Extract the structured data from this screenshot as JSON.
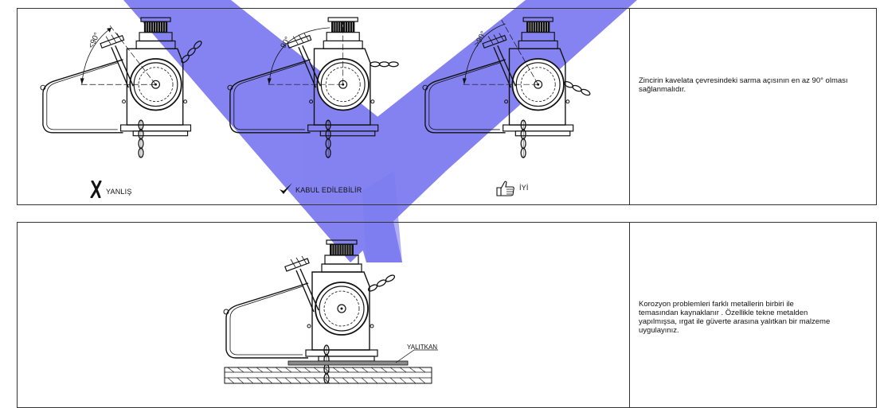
{
  "brand": {
    "watermark_color": "#7d7cf0"
  },
  "panel1": {
    "angles": [
      "<90°",
      "90°",
      ">90°"
    ],
    "captions": {
      "wrong": "YANLIŞ",
      "acceptable": "KABUL EDİLEBİLİR",
      "good": "İYİ"
    },
    "icons": [
      "cross-mark-icon",
      "check-mark-icon",
      "thumbs-up-icon"
    ],
    "note": "Zincirin kavelata çevresindeki sarma açısının en az 90° olması sağlanmalıdır."
  },
  "panel2": {
    "label": "YALITKAN",
    "note_lines": [
      "Korozyon problemleri farklı metallerin birbiri ile",
      "temasından kaynaklanır . Özellikle tekne metalden",
      "yapılmışsa, ırgat ile güverte arasına yalıtkan bir malzeme",
      "uygulayınız."
    ]
  }
}
